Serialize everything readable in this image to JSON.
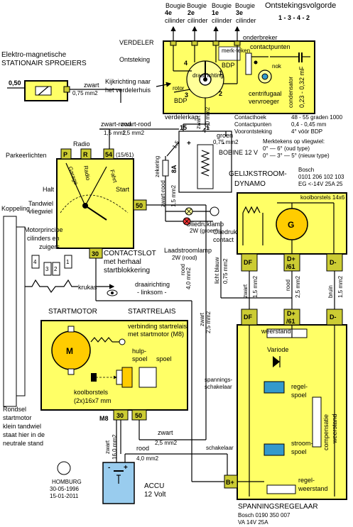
{
  "header": {
    "plugs": [
      {
        "num": "4e",
        "label": "Bougie",
        "sub": "cilinder"
      },
      {
        "num": "2e",
        "label": "Bougie",
        "sub": "cilinder"
      },
      {
        "num": "1e",
        "label": "Bougie",
        "sub": "cilinder"
      },
      {
        "num": "3e",
        "label": "Bougie",
        "sub": "cilinder"
      }
    ],
    "firing_order_title": "Ontstekingsvolgorde",
    "firing_order": "1 - 3 - 4 - 2"
  },
  "verdeler": {
    "title": "VERDELER",
    "subtitle": "Ontsteking",
    "onderbreker": "onderbreker",
    "contactpunten": "contactpunten",
    "merkteken": "merk-teken",
    "bdp1": "BDP",
    "bdp2": "BDP",
    "rotor": "rotor",
    "draairichting": "draairichting",
    "nok": "nok",
    "centrifugaal": "centrifugaal",
    "vervroeger": "vervroeger",
    "condensator": "condensator",
    "condensator_value": "0,23 - 0,32 mF",
    "cap_label": "verdelerkap",
    "kijkrichting1": "Kijkrichting naar",
    "kijkrichting2": "het verdelerhuis",
    "pos_4": "4",
    "pos_2": "2",
    "pos_3": "3",
    "pos_1": "1",
    "specs": [
      {
        "k": "Contacthoek",
        "v": "48 - 55 graden 1000"
      },
      {
        "k": "Contactpunten",
        "v": "0,4 - 0,45 mm"
      },
      {
        "k": "Voorontsteking",
        "v": "4° vóór  BDP"
      }
    ],
    "merktekens1": "Merktekens op vliegwiel:",
    "merktekens2": "0° — 6°        (oud type)",
    "merktekens3": "0° — 3° — 5°   (nieuw type)"
  },
  "sproeier": {
    "title1": "Elektro-magnetische",
    "title2": "STATIONAIR SPROEIERS",
    "value": "0,50",
    "wire_color": "zwart",
    "wire_size": "0,75 mm2"
  },
  "bobine": {
    "title": "BOBINE 12 V",
    "term15": "15",
    "term1": "1",
    "term4": "4",
    "wire_top": "zwart-rood",
    "wire_top_size": "1,5 mm2",
    "wire_green": "groen",
    "wire_green_size": "0,75 mm2",
    "wire_hv": "zwart",
    "wire_hv_size": "7,0 mm2",
    "plus": "+",
    "minus": "-",
    "small15": "1,5"
  },
  "contactslot": {
    "parkeer": "Parkeerlichten",
    "radio": "Radio",
    "p": "P",
    "r": "R",
    "t54": "54",
    "t5461": "(15/61)",
    "garage": "Garage",
    "radio_arc": "Radio",
    "fahrt": "Fahrt",
    "halt": "Halt",
    "start": "Start",
    "t50": "50",
    "t30": "30",
    "title1": "CONTACTSLOT",
    "title2": "met herhaal",
    "title3": "startblokkering"
  },
  "zekering": {
    "label": "zekering",
    "value": "8A",
    "wire": "zwart-rood",
    "wire_size": "1,5 mm2"
  },
  "lamps": {
    "oil_label": "Oliedruklamp",
    "oil_spec": "2W (groen)",
    "oil_contact1": "Oliedruk",
    "oil_contact2": "contact",
    "charge_label": "Laadstroomlamp",
    "charge_spec": "2W (rood)"
  },
  "dynamo": {
    "title1": "GELIJKSTROOM-",
    "title2": "DYNAMO",
    "bosch": "Bosch",
    "part": "0101 206 102 103",
    "spec": "EG <-14V 25A 25",
    "koolborstels": "koolborstels 14x6",
    "g": "G",
    "df": "DF",
    "d61": "D+\n/61",
    "dminus": "D-",
    "d61_a": "D+",
    "d61_b": "/61"
  },
  "motor": {
    "koppeling": "Koppeling",
    "tandwiel1": "Tandwiel",
    "tandwiel2": "vliegwiel",
    "motorprincipe1": "Motorprincipe",
    "motorprincipe2": "cilinders en",
    "motorprincipe3": "zuigers",
    "cyl": [
      "4",
      "3",
      "2",
      "1"
    ],
    "krukas": "krukas",
    "draai1": "draairichting",
    "draai2": "- linksom -",
    "rondsel1": "Rondsel",
    "rondsel2": "startmotor",
    "rondsel3": "klein tandwiel",
    "rondsel4": "staat hier in de",
    "rondsel5": "neutrale stand"
  },
  "startmotor": {
    "title": "STARTMOTOR",
    "relais_title": "STARTRELAIS",
    "m": "M",
    "verbinding1": "verbinding startrelais",
    "verbinding2": "met startmotor (M8)",
    "hulp1": "hulp-",
    "hulp2": "spoel",
    "spoel": "spoel",
    "kool1": "koolborstels",
    "kool2": "(2x)16x7 mm",
    "m8": "M8",
    "t30": "30",
    "t50": "50"
  },
  "accu": {
    "title": "ACCU",
    "volt": "12 Volt",
    "plus": "+",
    "minus": "-"
  },
  "regelaar": {
    "title": "SPANNINGSREGELAAR",
    "bosch": "Bosch 0190 350 007",
    "spec": "VA 14V 25A",
    "df": "DF",
    "d61_a": "D+",
    "d61_b": "/61",
    "dminus": "D-",
    "bplus": "B+",
    "weerstand": "weerstand",
    "variode": "Variode",
    "spannings1": "spannings-",
    "spannings2": "schakelaar",
    "regel1": "regel-",
    "regel2": "spoel",
    "comp1": "compensatie",
    "comp2": "weerstand",
    "stroom1": "stroom-",
    "stroom2": "spoel",
    "schakelaar": "schakelaar",
    "regelw1": "regel-",
    "regelw2": "weerstand"
  },
  "wires": {
    "zwart_rood_main": "zwart-rood",
    "zwart_rood_size": "1,5 mm2",
    "rood_40": "rood",
    "rood_40_size": "4,0 mm2",
    "zwart_25": "zwart",
    "zwart_25_size": "2,5 mm2",
    "licht_blauw": "licht blauw",
    "licht_blauw_size": "0,75 mm2",
    "df_zwart": "zwart",
    "df_zwart_size": "1,5 mm2",
    "d61_rood": "rood",
    "d61_rood_size": "2,5 mm2",
    "dm_bruin": "bruin",
    "dm_bruin_size": "1,5 mm2",
    "bottom_zwart": "zwart",
    "bottom_zwart_size": "2,5 mm2",
    "bottom_rood": "rood",
    "bottom_rood_size": "4,0 mm2",
    "accu_zwart": "zwart",
    "accu_zwart_size": "16,0 mm2"
  },
  "footer": {
    "place": "HOMBURG",
    "date1": "30-05-1996",
    "date2": "15-01-2011"
  },
  "colors": {
    "box_fill": "#ffff66",
    "terminal": "#cccc33",
    "coil_blue": "#3399cc",
    "accu_blue": "#99ccee"
  }
}
